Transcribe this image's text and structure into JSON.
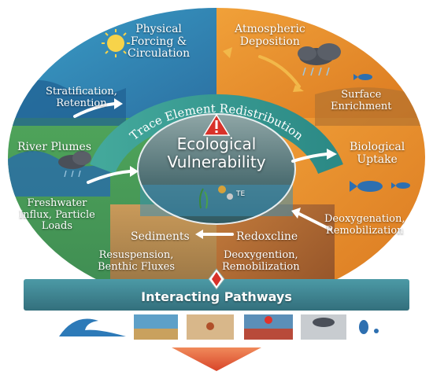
{
  "segments": {
    "physical": "Physical\nForcing &\nCirculation",
    "atmospheric": "Atmospheric\nDeposition",
    "stratification": "Stratification,\nRetention",
    "surface": "Surface\nEnrichment",
    "river": "River Plumes",
    "biological": "Biological\nUptake",
    "freshwater": "Freshwater\nInflux, Particle\nLoads",
    "deoxy_right": "Deoxygenation,\nRemobilization",
    "sediments": "Sediments",
    "resuspension": "Resuspension,\nBenthic Fluxes",
    "redoxcline": "Redoxcline",
    "deoxy_bottom": "Deoxygention,\nRemobilization"
  },
  "ring_title": "Trace Element Redistribution",
  "center": {
    "title": "Ecological\nVulnerability",
    "te_label": "TE"
  },
  "banner": "Interacting Pathways",
  "icons": [
    "wave-icon",
    "ocean-photo-icon",
    "sediment-crab-icon",
    "warning-layer-icon",
    "storm-cloud-icon",
    "microbe-icon"
  ],
  "colors": {
    "blue": "#2f86b8",
    "teal": "#2e9a8c",
    "green": "#4f9a4a",
    "orange": "#e98a23",
    "brown": "#b86a2e",
    "banner": "#3e8f9c",
    "alert": "#d8322a"
  }
}
